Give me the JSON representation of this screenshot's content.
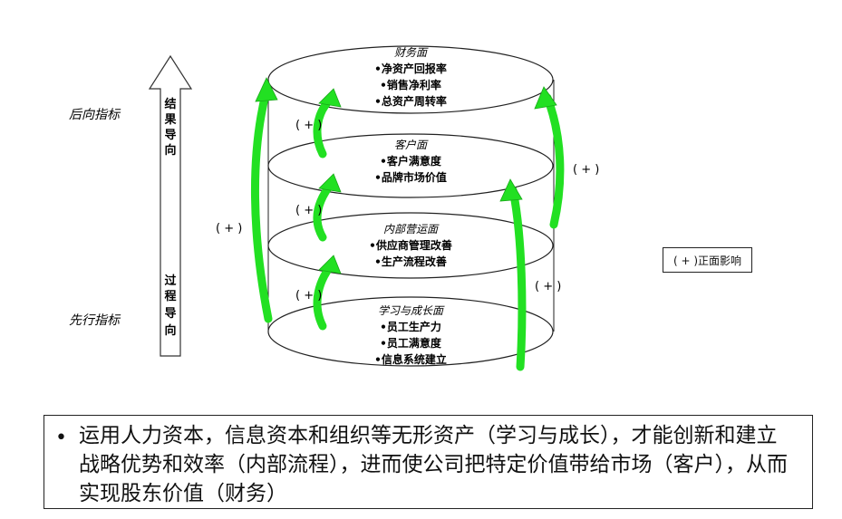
{
  "levels": [
    {
      "title": "财务面",
      "items": [
        "•净资产回报率",
        "•销售净利率",
        "•总资产周转率"
      ]
    },
    {
      "title": "客户面",
      "items": [
        "•客户满意度",
        "•品牌市场价值"
      ]
    },
    {
      "title": "内部营运面",
      "items": [
        "•供应商管理改善",
        "•生产流程改善"
      ]
    },
    {
      "title": "学习与成长面",
      "items": [
        "•员工生产力",
        "•员工满意度",
        "•信息系统建立"
      ]
    }
  ],
  "side_labels": {
    "lagging": "后向指标",
    "leading": "先行指标"
  },
  "arrow_text": {
    "top": [
      "结",
      "果",
      "导",
      "向"
    ],
    "bottom": [
      "过",
      "程",
      "导",
      "向"
    ]
  },
  "plus_label": "( + )",
  "legend": "( + )正面影响",
  "summary": {
    "bullet": "•",
    "text": "运用人力资本，信息资本和组织等无形资产（学习与成长），才能创新和建立战略优势和效率（内部流程），进而使公司把特定价值带给市场（客户），从而实现股东价值（财务）"
  },
  "colors": {
    "green": "#22e022",
    "green_dark": "#18a818",
    "line": "#222222"
  }
}
